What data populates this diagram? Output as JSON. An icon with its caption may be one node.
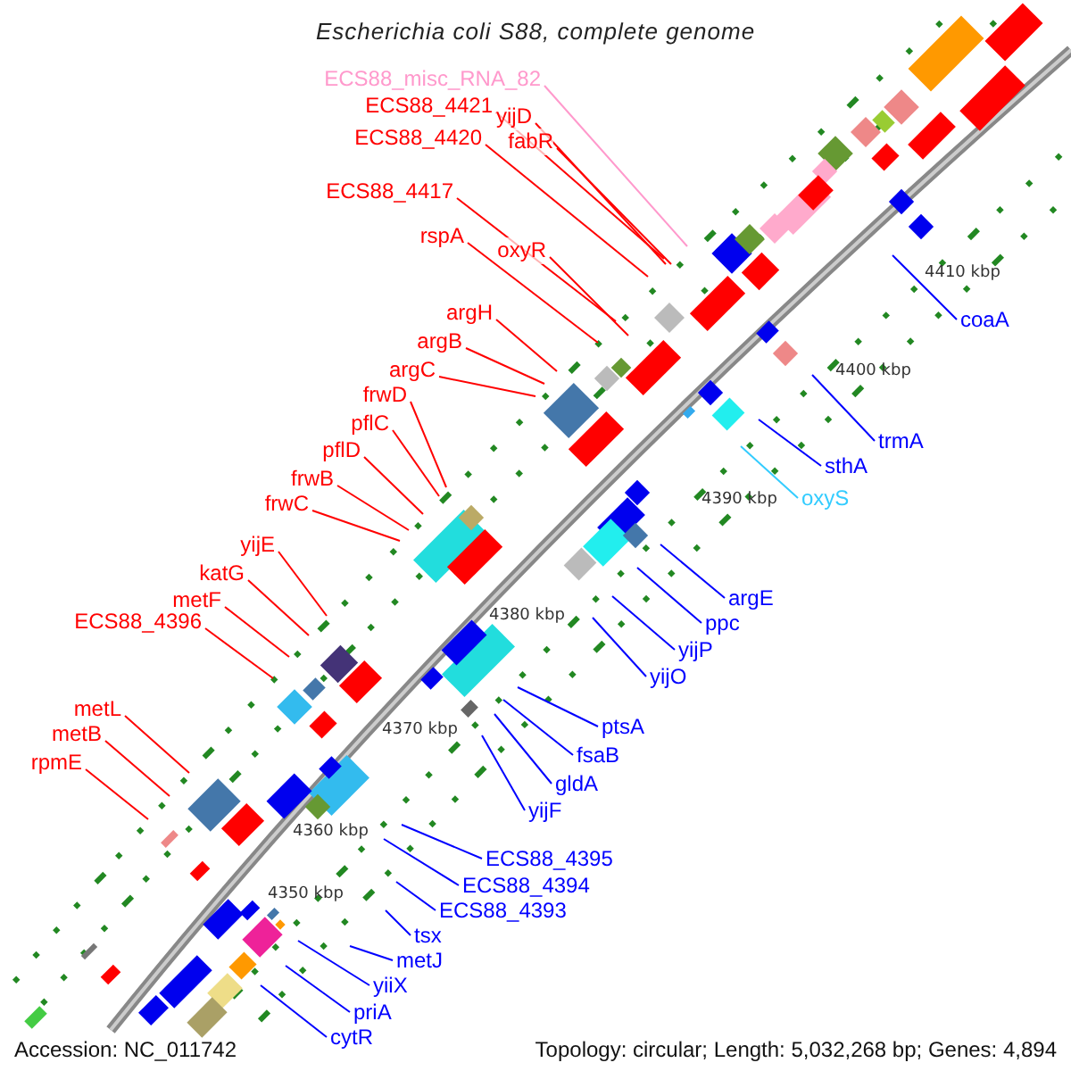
{
  "diagram": {
    "title": "Escherichia coli S88, complete genome",
    "nodes": [
      {
        "text": [
          "ECS88_misc_RNA_82"
        ]
      },
      {
        "text": [
          "ECS88_4421"
        ]
      },
      {
        "text": [
          "yijD"
        ]
      },
      {
        "text": [
          "ECS88_4420"
        ]
      },
      {
        "text": [
          "fabR"
        ]
      },
      {
        "text": [
          "ECS88_4417"
        ]
      },
      {
        "text": [
          "rspA"
        ]
      },
      {
        "text": [
          "oxyR"
        ]
      },
      {
        "text": [
          "argH"
        ]
      },
      {
        "text": [
          "argB"
        ]
      },
      {
        "text": [
          "argC"
        ]
      },
      {
        "text": [
          "frwD"
        ]
      },
      {
        "text": [
          "pflC"
        ]
      },
      {
        "text": [
          "pflD"
        ]
      },
      {
        "text": [
          "frwB"
        ]
      },
      {
        "text": [
          "frwC"
        ]
      },
      {
        "text": [
          "yijE"
        ]
      },
      {
        "text": [
          "katG"
        ]
      },
      {
        "text": [
          "metF"
        ]
      },
      {
        "text": [
          "ECS88_4396"
        ]
      },
      {
        "text": [
          "metL"
        ]
      },
      {
        "text": [
          "metB"
        ]
      },
      {
        "text": [
          "rpmE"
        ]
      },
      {
        "text": [
          "coaA"
        ]
      },
      {
        "text": [
          "trmA"
        ]
      },
      {
        "text": [
          "sthA"
        ]
      },
      {
        "text": [
          "oxyS"
        ]
      },
      {
        "text": [
          "argE"
        ]
      },
      {
        "text": [
          "ppc"
        ]
      },
      {
        "text": [
          "yijP"
        ]
      },
      {
        "text": [
          "yijO"
        ]
      },
      {
        "text": [
          "ptsA"
        ]
      },
      {
        "text": [
          "fsaB"
        ]
      },
      {
        "text": [
          "gldA"
        ]
      },
      {
        "text": [
          "yijF"
        ]
      },
      {
        "text": [
          "ECS88_4395"
        ]
      },
      {
        "text": [
          "ECS88_4394"
        ]
      },
      {
        "text": [
          "ECS88_4393"
        ]
      },
      {
        "text": [
          "tsx"
        ]
      },
      {
        "text": [
          "metJ"
        ]
      },
      {
        "text": [
          "yiiX"
        ]
      },
      {
        "text": [
          "priA"
        ]
      },
      {
        "text": [
          "cytR"
        ]
      }
    ],
    "edges": [
      {
        "from": 0,
        "to": null,
        "arrow": "none",
        "color": "#ff99cc"
      },
      {
        "from": 1,
        "to": null,
        "arrow": "none"
      },
      {
        "from": 2,
        "to": null,
        "arrow": "none"
      },
      {
        "from": 3,
        "to": null,
        "arrow": "none"
      },
      {
        "from": 4,
        "to": null,
        "arrow": "none"
      },
      {
        "from": 5,
        "to": null,
        "arrow": "none"
      },
      {
        "from": 6,
        "to": null,
        "arrow": "none"
      },
      {
        "from": 7,
        "to": null,
        "arrow": "none"
      },
      {
        "from": 8,
        "to": null,
        "arrow": "none"
      },
      {
        "from": 9,
        "to": null,
        "arrow": "none"
      },
      {
        "from": 10,
        "to": null,
        "arrow": "none"
      },
      {
        "from": 11,
        "to": null,
        "arrow": "none"
      },
      {
        "from": 12,
        "to": null,
        "arrow": "none"
      },
      {
        "from": 13,
        "to": null,
        "arrow": "none"
      },
      {
        "from": 14,
        "to": null,
        "arrow": "none"
      },
      {
        "from": 15,
        "to": null,
        "arrow": "none"
      },
      {
        "from": 16,
        "to": null,
        "arrow": "none"
      },
      {
        "from": 17,
        "to": null,
        "arrow": "none"
      },
      {
        "from": 18,
        "to": null,
        "arrow": "none"
      },
      {
        "from": 19,
        "to": null,
        "arrow": "none"
      },
      {
        "from": 20,
        "to": null,
        "arrow": "none"
      },
      {
        "from": 21,
        "to": null,
        "arrow": "none"
      },
      {
        "from": 22,
        "to": null,
        "arrow": "none"
      },
      {
        "from": 23,
        "to": null,
        "arrow": "none",
        "color": "#0000ff"
      },
      {
        "from": 24,
        "to": null,
        "arrow": "none",
        "color": "#0000ff"
      },
      {
        "from": 25,
        "to": null,
        "arrow": "none",
        "color": "#0000ff"
      },
      {
        "from": 26,
        "to": null,
        "arrow": "none",
        "color": "#33ccff"
      },
      {
        "from": 27,
        "to": null,
        "arrow": "none",
        "color": "#0000ff"
      },
      {
        "from": 28,
        "to": null,
        "arrow": "none",
        "color": "#0000ff"
      },
      {
        "from": 29,
        "to": null,
        "arrow": "none",
        "color": "#0000ff"
      },
      {
        "from": 30,
        "to": null,
        "arrow": "none",
        "color": "#0000ff"
      },
      {
        "from": 31,
        "to": null,
        "arrow": "none",
        "color": "#0000ff"
      },
      {
        "from": 32,
        "to": null,
        "arrow": "none",
        "color": "#0000ff"
      },
      {
        "from": 33,
        "to": null,
        "arrow": "none",
        "color": "#0000ff"
      },
      {
        "from": 34,
        "to": null,
        "arrow": "none",
        "color": "#0000ff"
      },
      {
        "from": 35,
        "to": null,
        "arrow": "none",
        "color": "#0000ff"
      },
      {
        "from": 36,
        "to": null,
        "arrow": "none",
        "color": "#0000ff"
      },
      {
        "from": 37,
        "to": null,
        "arrow": "none",
        "color": "#0000ff"
      },
      {
        "from": 38,
        "to": null,
        "arrow": "none",
        "color": "#0000ff"
      },
      {
        "from": 39,
        "to": null,
        "arrow": "none",
        "color": "#0000ff"
      },
      {
        "from": 40,
        "to": null,
        "arrow": "none",
        "color": "#0000ff"
      },
      {
        "from": 41,
        "to": null,
        "arrow": "none",
        "color": "#0000ff"
      },
      {
        "from": 42,
        "to": null,
        "arrow": "none",
        "color": "#0000ff"
      }
    ],
    "labels": [
      "4410 kbp",
      "4400 kbp",
      "4390 kbp",
      "4380 kbp",
      "4370 kbp",
      "4360 kbp",
      "4350 kbp",
      "Accession: NC_011742",
      "Topology: circular; Length: 5,032,268 bp; Genes: 4,894"
    ]
  }
}
